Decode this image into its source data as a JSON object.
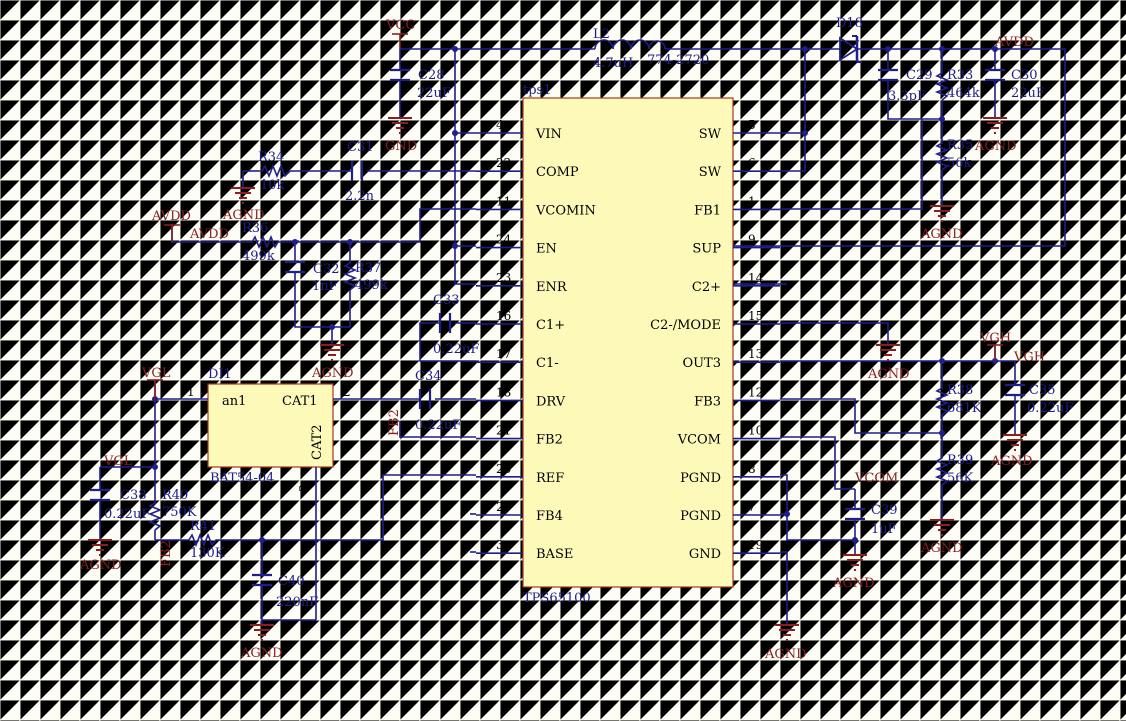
{
  "ic": {
    "designator": "tps1",
    "part": "TPS65100",
    "left_pins": [
      {
        "num": "4",
        "name": "VIN"
      },
      {
        "num": "22",
        "name": "COMP"
      },
      {
        "num": "11",
        "name": "VCOMIN"
      },
      {
        "num": "24",
        "name": "EN"
      },
      {
        "num": "23",
        "name": "ENR"
      },
      {
        "num": "16",
        "name": "C1+"
      },
      {
        "num": "17",
        "name": "C1-"
      },
      {
        "num": "18",
        "name": "DRV"
      },
      {
        "num": "21",
        "name": "FB2"
      },
      {
        "num": "20",
        "name": "REF"
      },
      {
        "num": "2",
        "name": "FB4"
      },
      {
        "num": "3",
        "name": "BASE"
      }
    ],
    "right_pins": [
      {
        "num": "5",
        "name": "SW"
      },
      {
        "num": "6",
        "name": "SW"
      },
      {
        "num": "1",
        "name": "FB1"
      },
      {
        "num": "9",
        "name": "SUP"
      },
      {
        "num": "14",
        "name": "C2+"
      },
      {
        "num": "15",
        "name": "C2-/MODE"
      },
      {
        "num": "13",
        "name": "OUT3"
      },
      {
        "num": "12",
        "name": "FB3"
      },
      {
        "num": "10",
        "name": "VCOM"
      },
      {
        "num": "8",
        "name": "PGND"
      },
      {
        "num": "7",
        "name": "PGND"
      },
      {
        "num": "19",
        "name": "GND"
      }
    ]
  },
  "diode_array": {
    "designator": "DI1",
    "part": "BAT54-04",
    "pin_an1": "an1",
    "pin_cat1": "CAT1",
    "pin_cat2": "CAT2",
    "num1": "1",
    "num2": "2",
    "num3": "3"
  },
  "components": {
    "C28": {
      "ref": "C28",
      "val": "22uF"
    },
    "L2": {
      "ref": "L2",
      "val": "4.7uH",
      "extra": "774-2720"
    },
    "D18": {
      "ref": "D18"
    },
    "C29": {
      "ref": "C29",
      "val": "3.3pF"
    },
    "R33": {
      "ref": "R33",
      "val": "464k"
    },
    "R35": {
      "ref": "R35",
      "val": "56k"
    },
    "C30": {
      "ref": "C30",
      "val": "22uF"
    },
    "R34": {
      "ref": "R34",
      "val": "10k"
    },
    "C31": {
      "ref": "C31",
      "val": "2.2n"
    },
    "R36": {
      "ref": "R36",
      "val": "499k"
    },
    "C32": {
      "ref": "C32",
      "val": "1nF"
    },
    "R37": {
      "ref": "R37",
      "val": "499k"
    },
    "C33": {
      "ref": "C33",
      "val": "0.22uF"
    },
    "C34": {
      "ref": "C34",
      "val": "0.22uF"
    },
    "C38": {
      "ref": "C38",
      "val": "0.22uF"
    },
    "R40": {
      "ref": "R40",
      "val": "750K"
    },
    "R41": {
      "ref": "R41",
      "val": "130K"
    },
    "C40": {
      "ref": "C40",
      "val": "220nF"
    },
    "R38": {
      "ref": "R38",
      "val": "681K"
    },
    "R39": {
      "ref": "R39",
      "val": "56K"
    },
    "C35": {
      "ref": "C35",
      "val": "0.22uF"
    },
    "C39": {
      "ref": "C39",
      "val": "1uF"
    }
  },
  "nets": {
    "vcc": "VCC",
    "gnd": "GND",
    "agnd": "AGND",
    "avdd": "AVDD",
    "vgl": "VGL",
    "vgh": "VGH",
    "vcom": "VCOM",
    "fb2": "FB2"
  }
}
